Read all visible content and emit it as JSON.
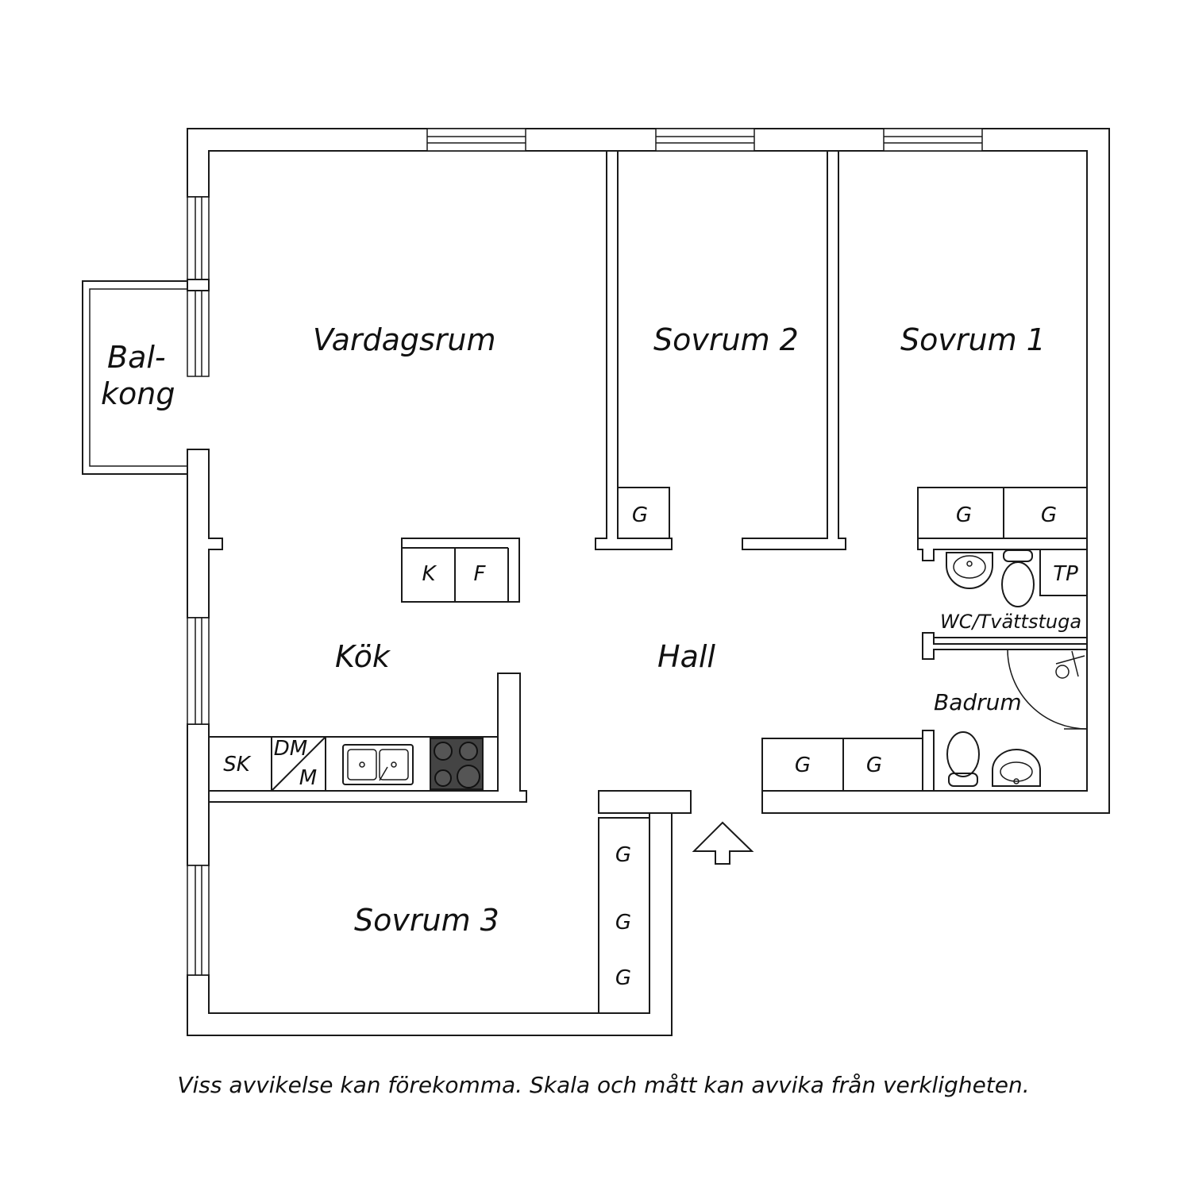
{
  "rooms": {
    "vardagsrum": "Vardagsrum",
    "sovrum2": "Sovrum 2",
    "sovrum1": "Sovrum 1",
    "balkong_line1": "Bal-",
    "balkong_line2": "kong",
    "kok": "Kök",
    "hall": "Hall",
    "wc": "WC/Tvättstuga",
    "badrum": "Badrum",
    "sovrum3": "Sovrum 3"
  },
  "fixtures": {
    "wardrobe": "G",
    "fridge": "K",
    "freezer": "F",
    "cabinet": "SK",
    "dishwasher": "DM",
    "micro": "M",
    "dryer_cabinet": "TP"
  },
  "footer": {
    "disclaimer": "Viss avvikelse kan förekomma. Skala och mått kan avvika från verkligheten."
  }
}
